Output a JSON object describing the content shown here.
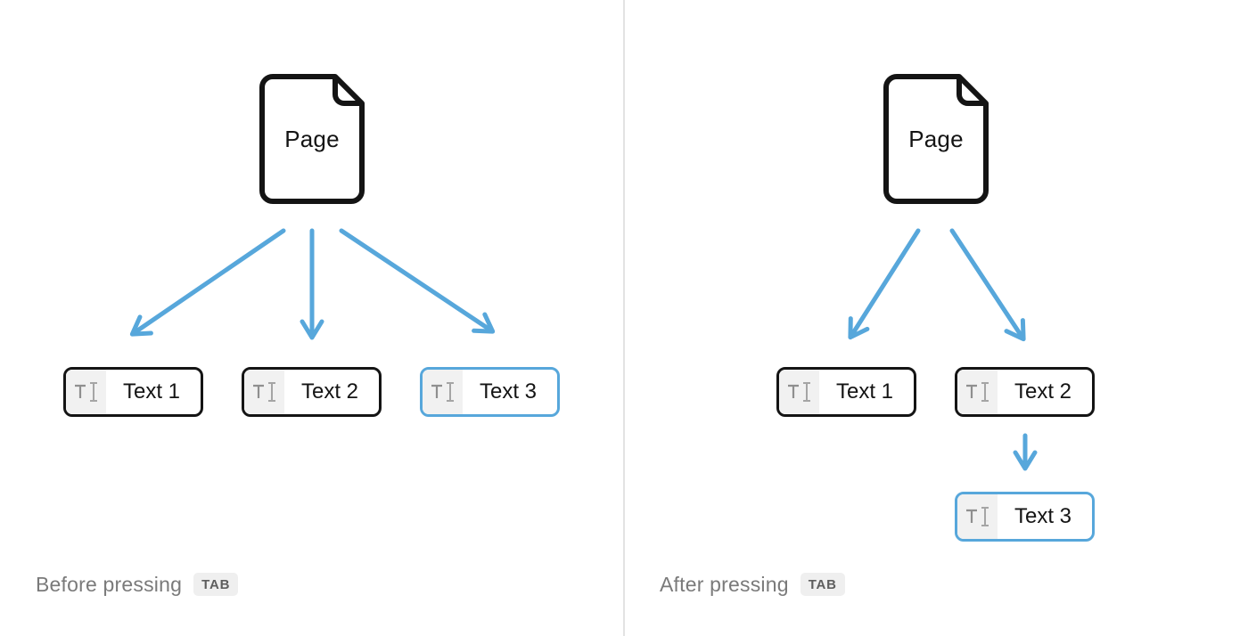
{
  "colors": {
    "accent_blue": "#57a7db",
    "block_outline": "#141414",
    "icon_gray": "#929292",
    "icon_cell_bg": "#f1f1f1",
    "caption_gray": "#7a7a7a",
    "key_badge_bg": "#efefef",
    "key_badge_text": "#5e5e5e",
    "divider_gray": "#e3e3e3"
  },
  "panels": [
    {
      "page_label": "Page",
      "blocks": [
        {
          "label": "Text 1",
          "icon": "text-type-icon",
          "highlighted": false
        },
        {
          "label": "Text 2",
          "icon": "text-type-icon",
          "highlighted": false
        },
        {
          "label": "Text 3",
          "icon": "text-type-icon",
          "highlighted": true
        }
      ],
      "edges": [
        {
          "from": "Page",
          "to": "Text 1"
        },
        {
          "from": "Page",
          "to": "Text 2"
        },
        {
          "from": "Page",
          "to": "Text 3"
        }
      ],
      "caption": "Before pressing",
      "key_label": "TAB"
    },
    {
      "page_label": "Page",
      "blocks": [
        {
          "label": "Text 1",
          "icon": "text-type-icon",
          "highlighted": false
        },
        {
          "label": "Text 2",
          "icon": "text-type-icon",
          "highlighted": false
        },
        {
          "label": "Text 3",
          "icon": "text-type-icon",
          "highlighted": true
        }
      ],
      "edges": [
        {
          "from": "Page",
          "to": "Text 1"
        },
        {
          "from": "Page",
          "to": "Text 2"
        },
        {
          "from": "Text 2",
          "to": "Text 3"
        }
      ],
      "caption": "After pressing",
      "key_label": "TAB"
    }
  ]
}
